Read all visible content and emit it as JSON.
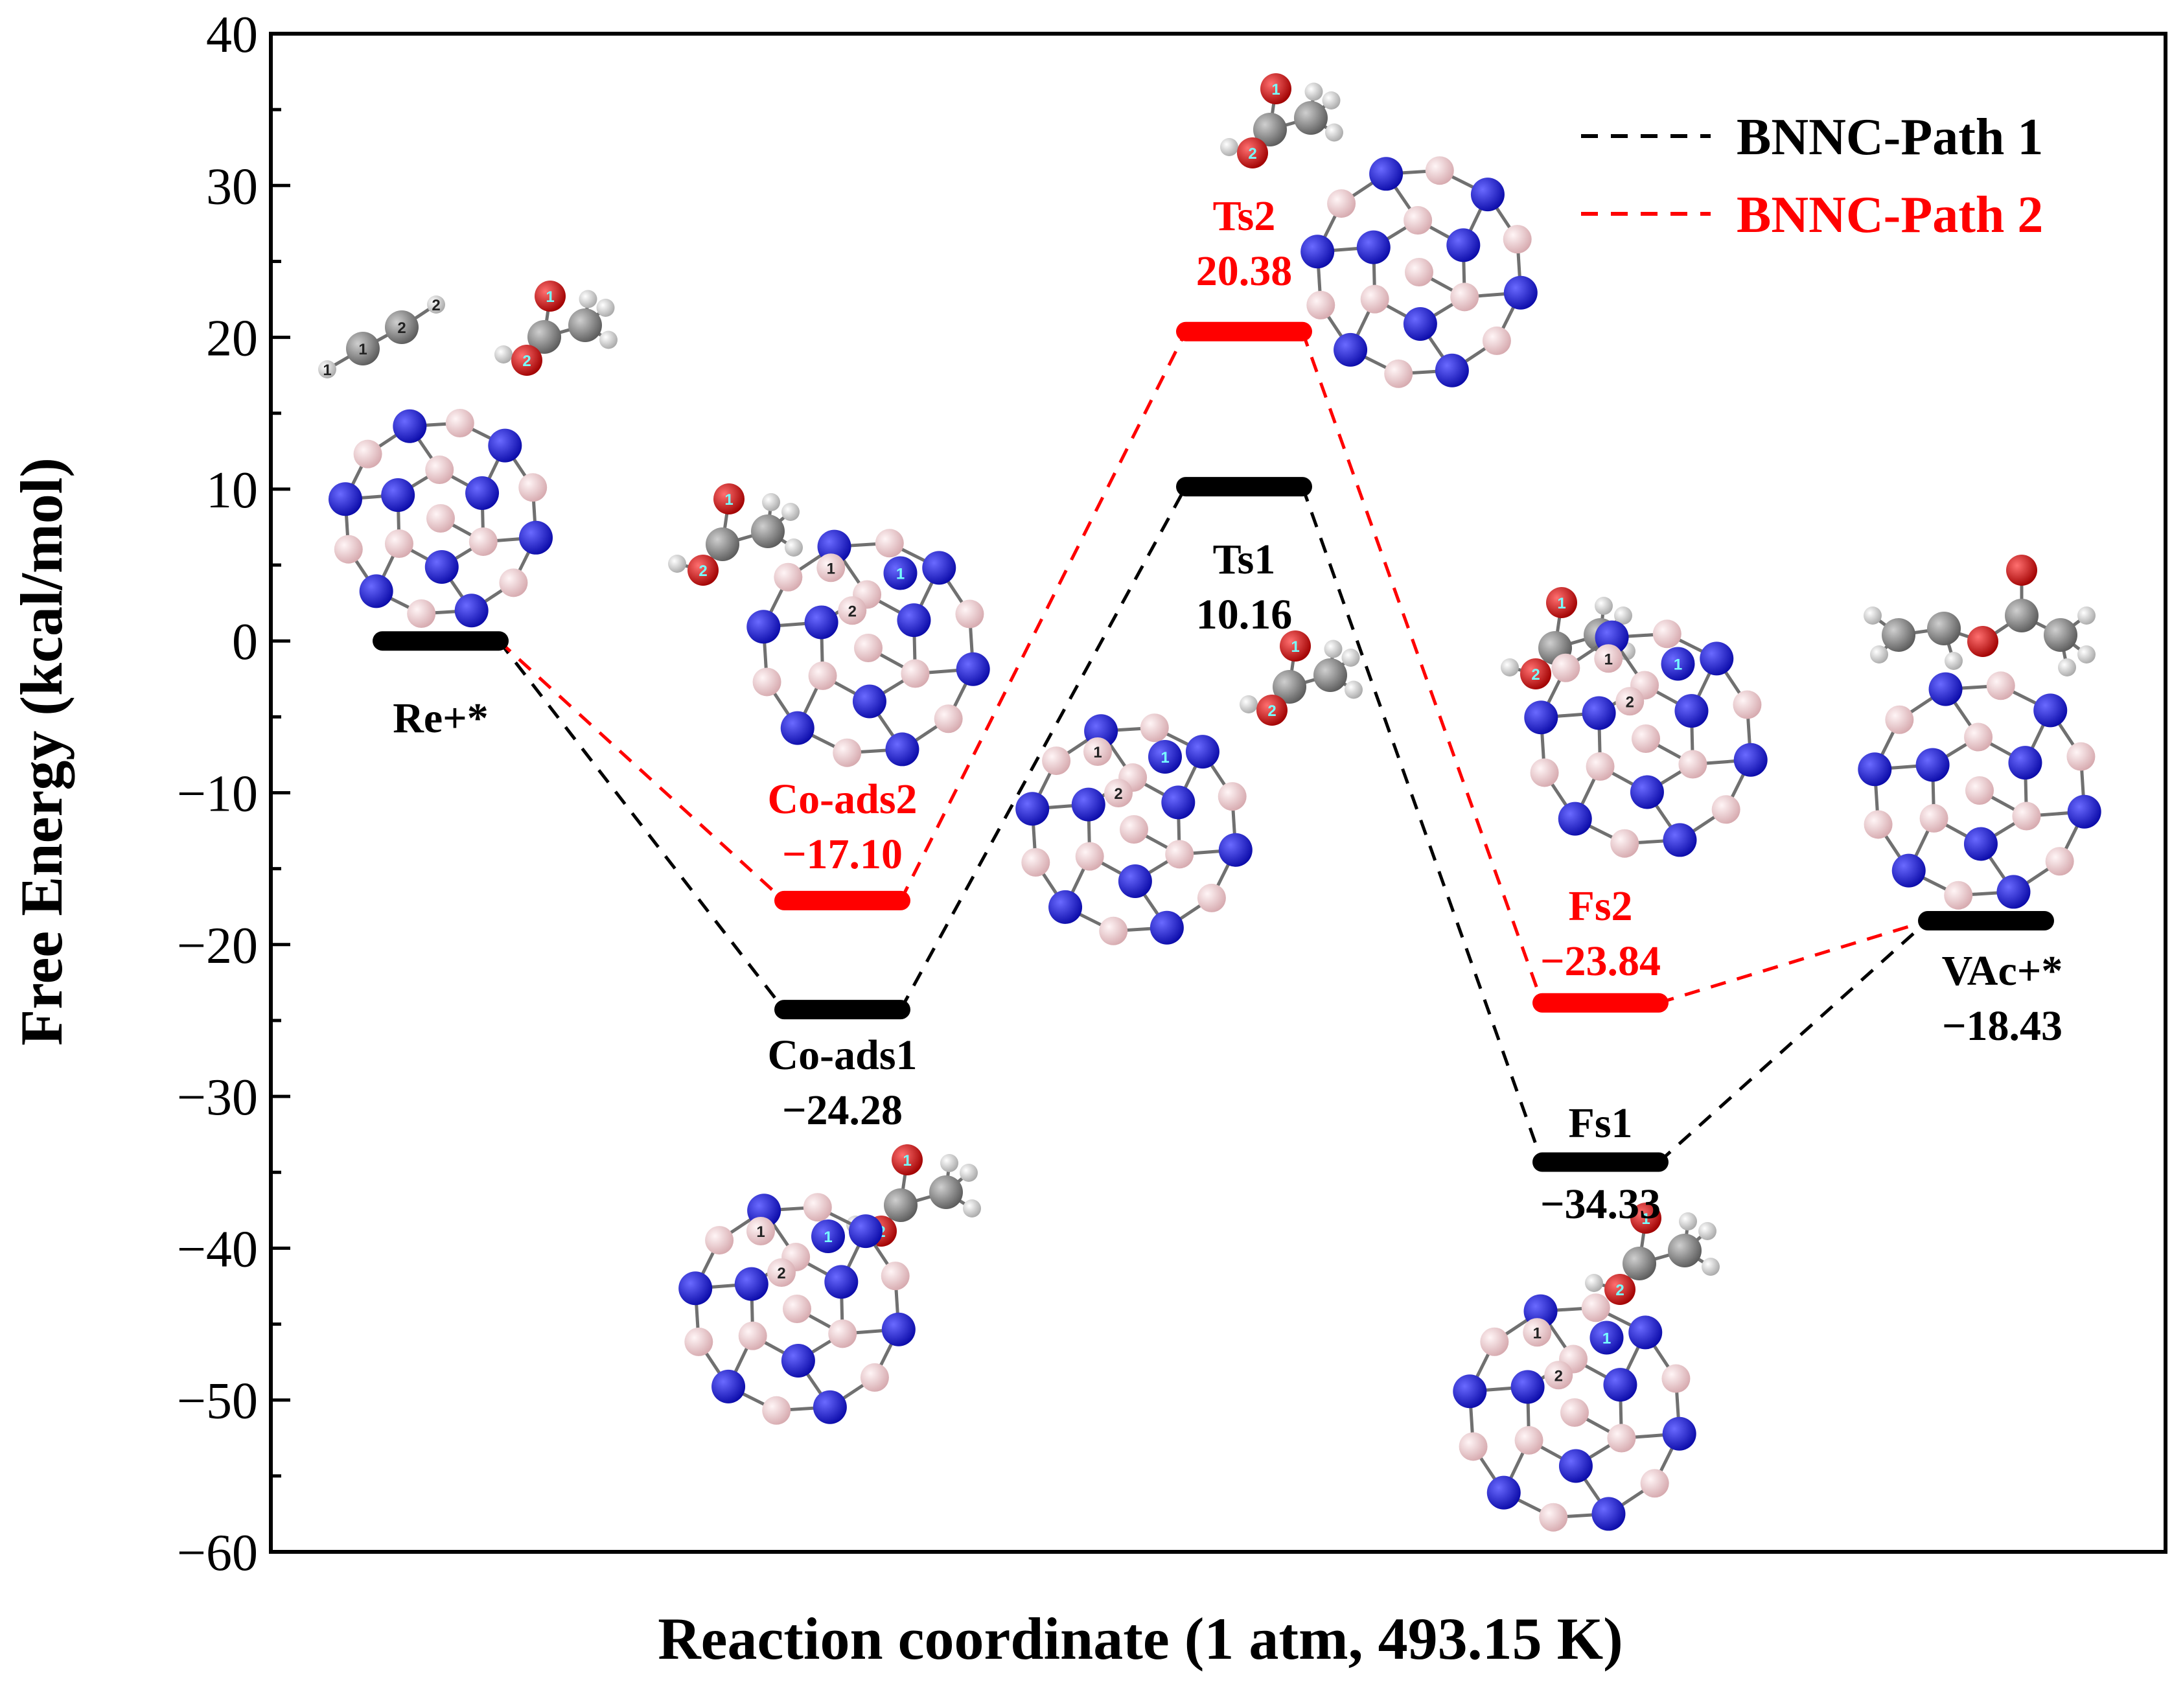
{
  "chart_data": {
    "type": "line",
    "title": "",
    "xlabel": "Reaction coordinate (1 atm, 493.15 K)",
    "ylabel": "Free Energy (kcal/mol)",
    "ylim": [
      -60,
      40
    ],
    "yticks": [
      "40",
      "30",
      "20",
      "10",
      "0",
      "−10",
      "−20",
      "−30",
      "−40",
      "−50",
      "−60"
    ],
    "grid": false,
    "legend_position": "top-right",
    "states": [
      {
        "name": "Re+*",
        "y": 0
      },
      {
        "name": "Co-ads",
        "y": [
          -24.28,
          -17.1
        ]
      },
      {
        "name": "Ts",
        "y": [
          10.16,
          20.38
        ]
      },
      {
        "name": "Fs",
        "y": [
          -34.33,
          -23.84
        ]
      },
      {
        "name": "VAc+*",
        "y": -18.43
      }
    ],
    "series": [
      {
        "name": "BNNC-Path 1",
        "color": "#000000",
        "levels": [
          {
            "label": "Re+*",
            "value": 0,
            "value_text": ""
          },
          {
            "label": "Co-ads1",
            "value": -24.28,
            "value_text": "−24.28"
          },
          {
            "label": "Ts1",
            "value": 10.16,
            "value_text": "10.16"
          },
          {
            "label": "Fs1",
            "value": -34.33,
            "value_text": "−34.33"
          },
          {
            "label": "VAc+*",
            "value": -18.43,
            "value_text": "−18.43"
          }
        ]
      },
      {
        "name": "BNNC-Path 2",
        "color": "#ff0000",
        "levels": [
          {
            "label": "Re+*",
            "value": 0
          },
          {
            "label": "Co-ads2",
            "value": -17.1,
            "value_text": "−17.10"
          },
          {
            "label": "Ts2",
            "value": 20.38,
            "value_text": "20.38"
          },
          {
            "label": "Fs2",
            "value": -23.84,
            "value_text": "−23.84"
          },
          {
            "label": "VAc+*",
            "value": -18.43
          }
        ]
      }
    ]
  },
  "atom_labels": [
    "1",
    "2"
  ],
  "colors": {
    "boron": "#e8c4c8",
    "nitrogen": "#1a1ad0",
    "carbon": "#7a7a7a",
    "oxygen": "#d01010",
    "hydrogen": "#d8d8d8",
    "bond": "#707070"
  }
}
